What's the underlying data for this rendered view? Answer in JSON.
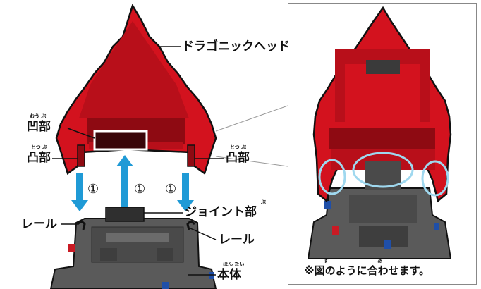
{
  "labels": {
    "dragonic_head": "ドラゴニックヘッド",
    "concave_part": "凹部",
    "concave_part_ruby": "おう ぶ",
    "convex_part_left": "凸部",
    "convex_part_left_ruby": "とつ ぶ",
    "convex_part_right": "凸部",
    "convex_part_right_ruby": "とつ ぶ",
    "joint_part": "ジョイント部",
    "joint_part_ruby": "ぶ",
    "rail_left": "レール",
    "rail_right": "レール",
    "main_body": "本体",
    "main_body_ruby": "ほん たい",
    "step_left": "①",
    "step_center": "①",
    "step_right": "①"
  },
  "inset": {
    "note": "※図のように合わせます。",
    "note_ruby_zu": "ず",
    "note_ruby_a": "あ"
  },
  "colors": {
    "head_red": "#d3121e",
    "head_dark": "#8e0a12",
    "body_gray": "#5a5a5a",
    "body_dark": "#3e3e3e",
    "arrow_blue": "#1f9ad6",
    "highlight_blue": "#9fd8ef"
  }
}
